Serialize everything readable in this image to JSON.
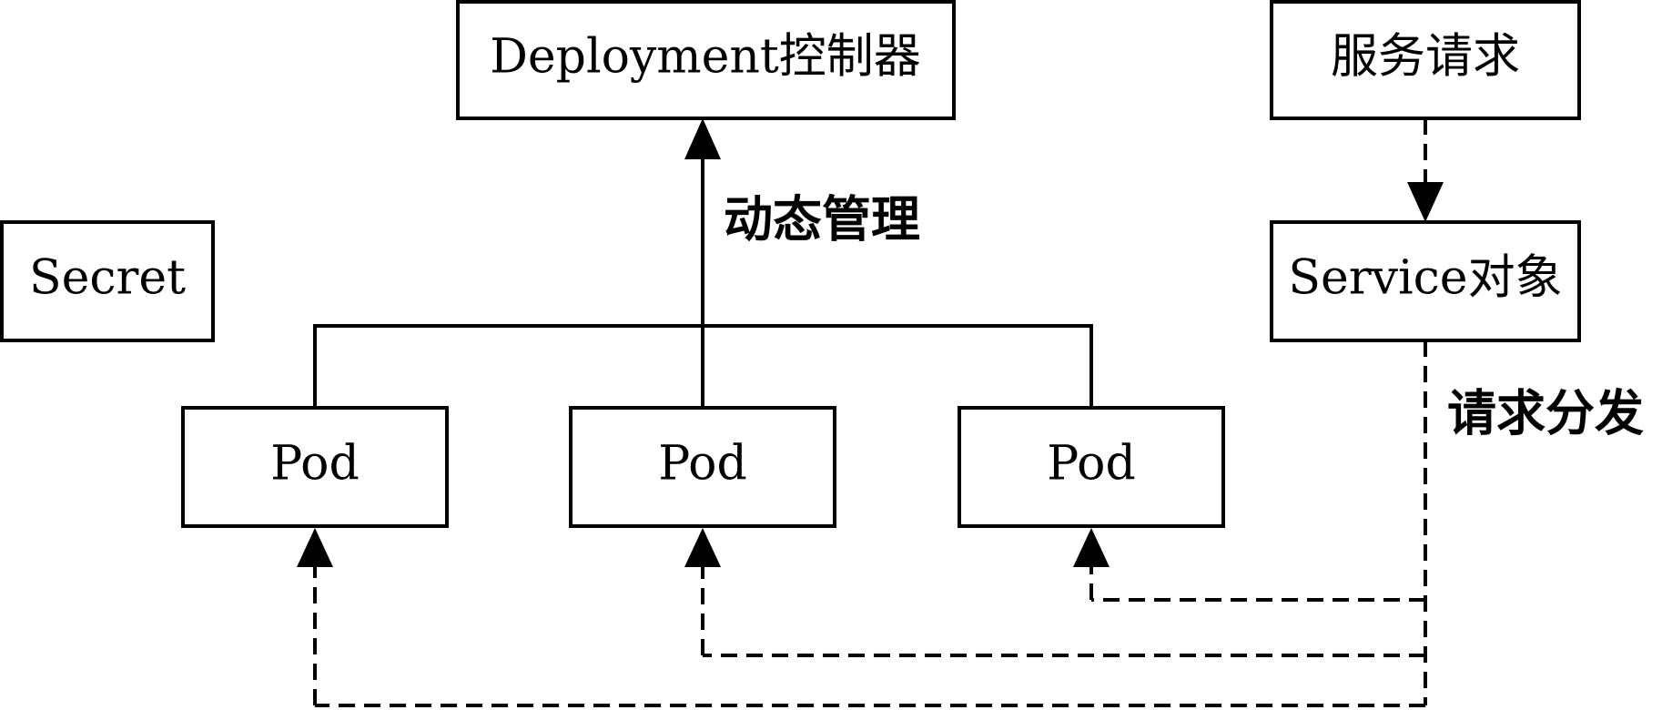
{
  "nodes": {
    "deployment": {
      "label": "Deployment控制器"
    },
    "service_request": {
      "label": "服务请求"
    },
    "secret": {
      "label": "Secret"
    },
    "service_object": {
      "label": "Service对象"
    },
    "pods": [
      {
        "label": "Pod"
      },
      {
        "label": "Pod"
      },
      {
        "label": "Pod"
      }
    ]
  },
  "edge_labels": {
    "dynamic_management": "动态管理",
    "request_distribution": "请求分发"
  }
}
